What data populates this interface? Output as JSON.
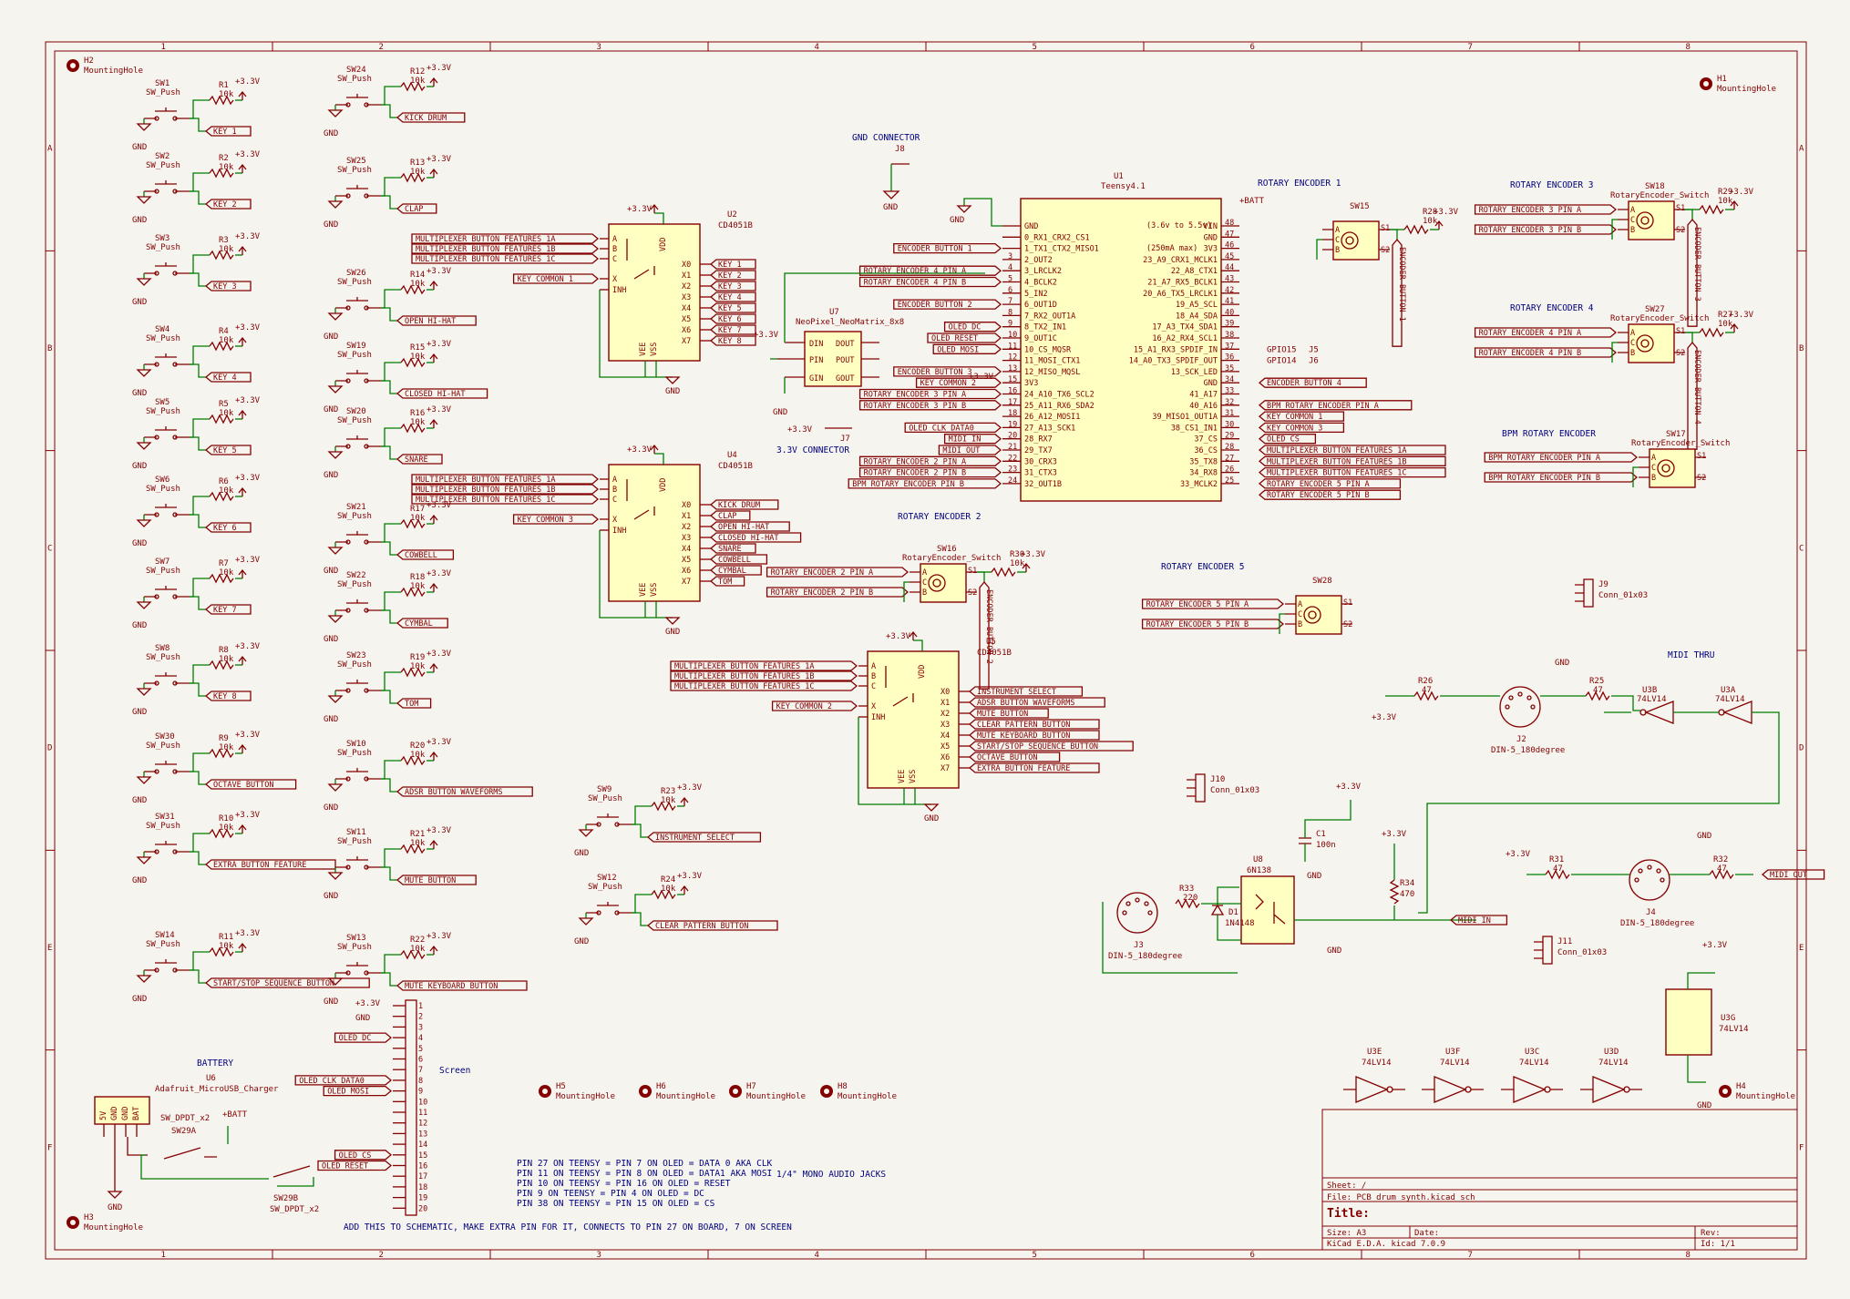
{
  "sheet": {
    "col_ticks": [
      "1",
      "2",
      "3",
      "4",
      "5",
      "6",
      "7",
      "8"
    ],
    "row_ticks": [
      "A",
      "B",
      "C",
      "D",
      "E",
      "F"
    ],
    "title_block": {
      "sheet_label": "Sheet: /",
      "file_label": "File: PCB_drum_synth.kicad_sch",
      "title_label": "Title:",
      "size_label": "Size: A3",
      "date_label": "Date:",
      "rev_label": "Rev:",
      "tool_label": "KiCad E.D.A.  kicad 7.0.9",
      "id_label": "Id: 1/1"
    }
  },
  "mounting_holes": [
    {
      "ref": "H2",
      "value": "MountingHole"
    },
    {
      "ref": "H1",
      "value": "MountingHole"
    },
    {
      "ref": "H3",
      "value": "MountingHole"
    },
    {
      "ref": "H4",
      "value": "MountingHole"
    },
    {
      "ref": "H5",
      "value": "MountingHole"
    },
    {
      "ref": "H6",
      "value": "MountingHole"
    },
    {
      "ref": "H7",
      "value": "MountingHole"
    },
    {
      "ref": "H8",
      "value": "MountingHole"
    }
  ],
  "common": {
    "sw_push": "SW_Push",
    "r10k": "10k",
    "v33": "+3.3V",
    "gnd": "GND",
    "vbatt": "+BATT"
  },
  "buttons_left": [
    {
      "sw": "SW1",
      "r": "R1",
      "label": "KEY 1"
    },
    {
      "sw": "SW2",
      "r": "R2",
      "label": "KEY 2"
    },
    {
      "sw": "SW3",
      "r": "R3",
      "label": "KEY 3"
    },
    {
      "sw": "SW4",
      "r": "R4",
      "label": "KEY 4"
    },
    {
      "sw": "SW5",
      "r": "R5",
      "label": "KEY 5"
    },
    {
      "sw": "SW6",
      "r": "R6",
      "label": "KEY 6"
    },
    {
      "sw": "SW7",
      "r": "R7",
      "label": "KEY 7"
    },
    {
      "sw": "SW8",
      "r": "R8",
      "label": "KEY 8"
    },
    {
      "sw": "SW30",
      "r": "R9",
      "label": "OCTAVE BUTTON"
    },
    {
      "sw": "SW31",
      "r": "R10",
      "label": "EXTRA BUTTON FEATURE"
    },
    {
      "sw": "SW14",
      "r": "R11",
      "label": "START/STOP SEQUENCE BUTTON"
    }
  ],
  "buttons_mid": [
    {
      "sw": "SW24",
      "r": "R12",
      "label": "KICK DRUM"
    },
    {
      "sw": "SW25",
      "r": "R13",
      "label": "CLAP"
    },
    {
      "sw": "SW26",
      "r": "R14",
      "label": "OPEN HI-HAT"
    },
    {
      "sw": "SW19",
      "r": "R15",
      "label": "CLOSED HI-HAT"
    },
    {
      "sw": "SW20",
      "r": "R16",
      "label": "SNARE"
    },
    {
      "sw": "SW21",
      "r": "R17",
      "label": "COWBELL"
    },
    {
      "sw": "SW22",
      "r": "R18",
      "label": "CYMBAL"
    },
    {
      "sw": "SW23",
      "r": "R19",
      "label": "TOM"
    },
    {
      "sw": "SW10",
      "r": "R20",
      "label": "ADSR BUTTON WAVEFORMS"
    },
    {
      "sw": "SW11",
      "r": "R21",
      "label": "MUTE BUTTON"
    },
    {
      "sw": "SW13",
      "r": "R22",
      "label": "MUTE KEYBOARD BUTTON"
    }
  ],
  "buttons_extra": [
    {
      "sw": "SW9",
      "r": "R23",
      "label": "INSTRUMENT SELECT"
    },
    {
      "sw": "SW12",
      "r": "R24",
      "label": "CLEAR PATTERN BUTTON"
    }
  ],
  "mux": {
    "ref_u2": "U2",
    "ref_u4": "U4",
    "ref_u5": "U5",
    "value_u2": "CD4051B",
    "value_u4": "CD4051B",
    "value_u5": "CD4051B",
    "pins_left": [
      "A",
      "B",
      "C",
      "X",
      "INH"
    ],
    "pins_right": [
      "X0",
      "X1",
      "X2",
      "X3",
      "X4",
      "X5",
      "X6",
      "X7"
    ],
    "vdd": "VDD",
    "vee": "VEE",
    "vss": "VSS",
    "sel": [
      "MULTIPLEXER BUTTON FEATURES 1A",
      "MULTIPLEXER BUTTON FEATURES 1B",
      "MULTIPLEXER BUTTON FEATURES 1C"
    ],
    "u2_common": "KEY COMMON 1",
    "u4_common": "KEY COMMON 3",
    "u5_common": "KEY COMMON 2",
    "u2_out": [
      "KEY 1",
      "KEY 2",
      "KEY 3",
      "KEY 4",
      "KEY 5",
      "KEY 6",
      "KEY 7",
      "KEY 8"
    ],
    "u4_out": [
      "KICK DRUM",
      "CLAP",
      "OPEN HI-HAT",
      "CLOSED HI-HAT",
      "SNARE",
      "COWBELL",
      "CYMBAL",
      "TOM"
    ],
    "u5_out": [
      "INSTRUMENT SELECT",
      "ADSR BUTTON WAVEFORMS",
      "MUTE BUTTON",
      "CLEAR PATTERN BUTTON",
      "MUTE KEYBOARD BUTTON",
      "START/STOP SEQUENCE BUTTON",
      "OCTAVE BUTTON",
      "EXTRA BUTTON FEATURE"
    ]
  },
  "teensy": {
    "ref": "U1",
    "value": "Teensy4.1",
    "left_pins": [
      "GND",
      "0_RX1_CRX2_CS1",
      "1_TX1_CTX2_MISO1",
      "2_OUT2",
      "3_LRCLK2",
      "4_BCLK2",
      "5_IN2",
      "6_OUT1D",
      "7_RX2_OUT1A",
      "8_TX2_IN1",
      "9_OUT1C",
      "10_CS_MQSR",
      "11_MOSI_CTX1",
      "12_MISO_MQSL",
      "3V3",
      "24_A10_TX6_SCL2",
      "25_A11_RX6_SDA2",
      "26_A12_MOSI1",
      "27_A13_SCK1",
      "28_RX7",
      "29_TX7",
      "30_CRX3",
      "31_CTX3",
      "32_OUT1B"
    ],
    "left_nums": [
      "",
      "",
      "",
      "3",
      "4",
      "5",
      "6",
      "7",
      "8",
      "9",
      "10",
      "11",
      "12",
      "13",
      "15",
      "16",
      "17",
      "18",
      "19",
      "20",
      "21",
      "22",
      "23",
      "24"
    ],
    "right_pins": [
      "VIN",
      "GND",
      "3V3",
      "23_A9_CRX1_MCLK1",
      "22_A8_CTX1",
      "21_A7_RX5_BCLK1",
      "20_A6_TX5_LRCLK1",
      "19_A5_SCL",
      "18_A4_SDA",
      "17_A3_TX4_SDA1",
      "16_A2_RX4_SCL1",
      "15_A1_RX3_SPDIF_IN",
      "14_A0_TX3_SPDIF_OUT",
      "13_SCK_LED",
      "GND",
      "41_A17",
      "40_A16",
      "39_MISO1_OUT1A",
      "38_CS1_IN1",
      "37_CS",
      "36_CS",
      "35_TX8",
      "34_RX8",
      "33_MCLK2"
    ],
    "right_nums": [
      "48",
      "47",
      "46",
      "45",
      "44",
      "43",
      "42",
      "41",
      "40",
      "39",
      "38",
      "37",
      "36",
      "35",
      "34",
      "33",
      "32",
      "31",
      "30",
      "29",
      "28",
      "27",
      "26",
      "25"
    ],
    "vin_note": "(3.6v to 5.5v)",
    "v33_note": "(250mA max)",
    "left_labels": [
      "ENCODER BUTTON 1",
      "ROTARY ENCODER 4 PIN A",
      "ROTARY ENCODER 4 PIN B",
      "ENCODER BUTTON 2",
      "OLED DC",
      "OLED RESET",
      "OLED MOSI",
      "ENCODER BUTTON 3",
      "KEY COMMON 2",
      "ROTARY ENCODER 3 PIN A",
      "ROTARY ENCODER 3 PIN B",
      "OLED CLK DATA0",
      "MIDI IN",
      "MIDI OUT",
      "ROTARY ENCODER 2 PIN A",
      "ROTARY ENCODER 2 PIN B",
      "BPM ROTARY ENCODER PIN B"
    ],
    "right_labels": [
      "ENCODER BUTTON 4",
      "BPM ROTARY ENCODER PIN A",
      "KEY COMMON 1",
      "KEY COMMON 3",
      "OLED CS",
      "MULTIPLEXER BUTTON FEATURES 1A",
      "MULTIPLEXER BUTTON FEATURES 1B",
      "MULTIPLEXER BUTTON FEATURES 1C",
      "ROTARY ENCODER 5 PIN A",
      "ROTARY ENCODER 5 PIN B"
    ],
    "gpio15": "GPIO15",
    "j5": "J5",
    "gpio14": "GPIO14",
    "j6": "J6"
  },
  "gnd_connector": {
    "title": "GND CONNECTOR",
    "ref": "J8"
  },
  "neopixel": {
    "ref": "U7",
    "value": "NeoPixel_NeoMatrix_8x8",
    "pins": [
      "DIN",
      "PIN",
      "GIN",
      "DOUT",
      "POUT",
      "GOUT"
    ]
  },
  "v33_connector": {
    "title": "3.3V CONNECTOR",
    "ref": "J7"
  },
  "encoders": [
    {
      "title": "ROTARY ENCODER 1",
      "ref": "SW15",
      "value": "",
      "r": "R28",
      "pa": "",
      "pb": "",
      "btn": "ENCODER BUTTON 1"
    },
    {
      "title": "ROTARY ENCODER 2",
      "ref": "SW16",
      "value": "RotaryEncoder_Switch",
      "r": "R30",
      "pa": "ROTARY ENCODER 2 PIN A",
      "pb": "ROTARY ENCODER 2 PIN B",
      "btn": "ENCODER BUTTON 2"
    },
    {
      "title": "ROTARY ENCODER 3",
      "ref": "SW18",
      "value": "RotaryEncoder_Switch",
      "r": "R29",
      "pa": "ROTARY ENCODER 3 PIN A",
      "pb": "ROTARY ENCODER 3 PIN B",
      "btn": "ENCODER BUTTON 3"
    },
    {
      "title": "ROTARY ENCODER 4",
      "ref": "SW27",
      "value": "RotaryEncoder_Switch",
      "r": "R27",
      "pa": "ROTARY ENCODER 4 PIN A",
      "pb": "ROTARY ENCODER 4 PIN B",
      "btn": "ENCODER BUTTON 4"
    },
    {
      "title": "BPM ROTARY ENCODER",
      "ref": "SW17",
      "value": "RotaryEncoder_Switch",
      "r": "",
      "pa": "BPM ROTARY ENCODER PIN A",
      "pb": "BPM ROTARY ENCODER PIN B",
      "btn": ""
    },
    {
      "title": "ROTARY ENCODER 5",
      "ref": "SW28",
      "value": "",
      "r": "",
      "pa": "ROTARY ENCODER 5 PIN A",
      "pb": "ROTARY ENCODER 5 PIN B",
      "btn": ""
    }
  ],
  "midi": {
    "thru_title": "MIDI THRU",
    "j9": "J9",
    "j9v": "Conn_01x03",
    "j10": "J10",
    "j10v": "Conn_01x03",
    "j11": "J11",
    "j11v": "Conn_01x03",
    "j2": "J2",
    "j3": "J3",
    "j4": "J4",
    "din": "DIN-5_180degree",
    "r26": "R26",
    "r25": "R25",
    "r31": "R31",
    "r32": "R32",
    "r33": "R33",
    "r34": "R34",
    "v47": "47",
    "v220": "220",
    "v470": "470",
    "u3b": "U3B",
    "u3a": "U3A",
    "u3e": "U3E",
    "u3f": "U3F",
    "u3c": "U3C",
    "u3d": "U3D",
    "u3g": "U3G",
    "ic": "74LV14",
    "c1": "C1",
    "c1v": "100n",
    "u8": "U8",
    "u8v": "6N138",
    "d1": "D1",
    "d1v": "1N4148",
    "midi_in": "MIDI IN",
    "midi_out": "MIDI OUT"
  },
  "screen": {
    "title": "Screen",
    "labels": [
      "OLED DC",
      "OLED CLK DATA0",
      "OLED MOSI",
      "OLED CS",
      "OLED RESET"
    ]
  },
  "battery": {
    "title": "BATTERY",
    "ref": "U6",
    "value": "Adafruit_MicroUSB_Charger",
    "pins": [
      "5V",
      "GND",
      "GND",
      "BAT"
    ],
    "sw29a": "SW29A",
    "sw29b": "SW29B",
    "swv": "SW_DPDT_x2"
  },
  "notes": [
    "PIN 27 ON TEENSY = PIN 7 ON OLED = DATA 0 AKA CLK",
    "PIN 11 ON TEENSY = PIN 8 ON OLED = DATA1 AKA MOSI",
    "PIN 10 ON TEENSY = PIN 16 ON OLED = RESET",
    "PIN 9 ON TEENSY = PIN 4 ON OLED = DC",
    "PIN 38 ON TEENSY = PIN 15 ON OLED = CS"
  ],
  "note_jacks": "1/4\" MONO AUDIO JACKS",
  "note_bottom": "ADD THIS TO SCHEMATIC, MAKE EXTRA PIN FOR IT, CONNECTS TO PIN 27 ON BOARD, 7 ON SCREEN"
}
